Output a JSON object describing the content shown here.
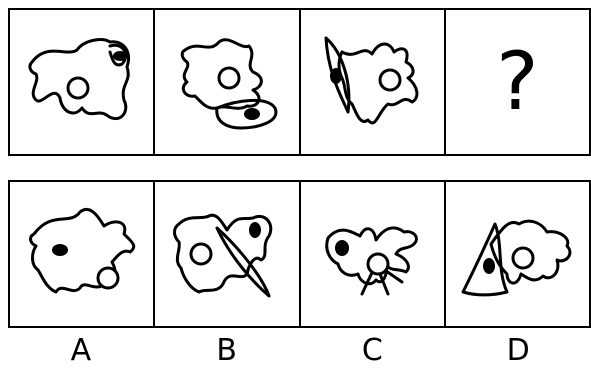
{
  "question_row": {
    "cells": [
      {
        "id": "q1"
      },
      {
        "id": "q2"
      },
      {
        "id": "q3"
      },
      {
        "id": "q4",
        "text": "?"
      }
    ]
  },
  "option_row": {
    "labels": [
      "A",
      "B",
      "C",
      "D"
    ]
  }
}
